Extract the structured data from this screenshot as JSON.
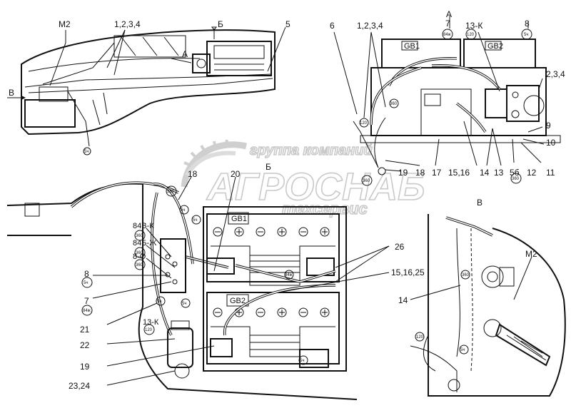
{
  "watermark": {
    "line1": "группа компаний",
    "line2": "АГРОСНАБ",
    "line3": "техсервис"
  },
  "views": {
    "a": "А",
    "b": "Б",
    "v": "В"
  },
  "top_left": {
    "m2": "М2",
    "items_1234": "1,2,3,4",
    "five": "5",
    "view_b": "Б",
    "view_a": "А",
    "view_v": "В"
  },
  "top_right": {
    "six": "6",
    "items_1234": "1,2,3,4",
    "a": "А",
    "seven": "7",
    "wire_13k": "13-К",
    "eight": "8",
    "items_234": "2,3,4",
    "nine": "9",
    "ten": "10",
    "eleven": "11",
    "twelve": "12",
    "five_b": "5б",
    "thirteen": "13",
    "fourteen": "14",
    "fifteen_sixteen": "15,16",
    "seventeen": "17",
    "eighteen": "18",
    "nineteen": "19",
    "gb1": "GB1",
    "gb2": "GB2"
  },
  "main": {
    "eighteen": "18",
    "twenty": "20",
    "view_b": "Б",
    "gb1": "GB1",
    "gb2": "GB2",
    "twentysix": "26",
    "items_151625": "15,16,25",
    "wire_84b": "84В-К",
    "wire_84b_zh": "84Б-Ж",
    "wire_8": "8-О",
    "eight": "8",
    "seven": "7",
    "twentyone": "21",
    "wire_13k": "13-К",
    "twentytwo": "22",
    "nineteen": "19",
    "items_2324": "23,24"
  },
  "view_v_detail": {
    "title": "В",
    "m2": "М2",
    "fourteen": "14"
  },
  "tags": {
    "t360": "360",
    "t5": "5ч",
    "t84": "84ж",
    "t120": "120",
    "t5b": "5б"
  }
}
